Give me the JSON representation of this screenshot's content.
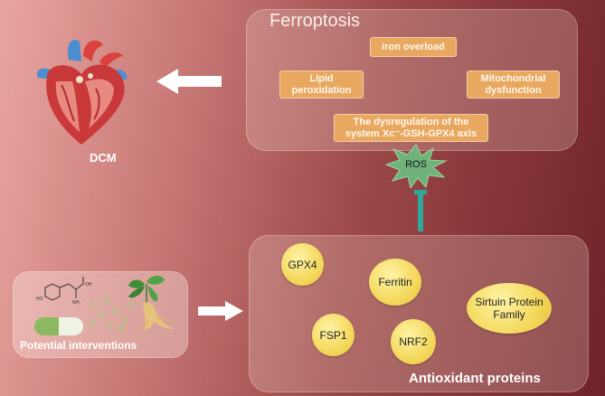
{
  "ferroptosis": {
    "title": "Ferroptosis",
    "factors": {
      "iron": "iron overload",
      "lipid": "Lipid peroxidation",
      "mito": "Mitochondrial dysfunction",
      "axis": "The dysregulation of the system Xc⁻-GSH-GPX4 axis"
    }
  },
  "heart": {
    "label": "DCM",
    "icon": "heart-illustration"
  },
  "ros": {
    "label": "ROS"
  },
  "antioxidant": {
    "title": "Antioxidant proteins",
    "proteins": [
      "GPX4",
      "Ferritin",
      "Sirtuin Protein Family",
      "FSP1",
      "NRF2"
    ]
  },
  "interventions": {
    "label": "Potential interventions",
    "icons": [
      "molecule-structure-icon",
      "capsule-icon",
      "particles-icon",
      "herb-plant-icon"
    ]
  },
  "colors": {
    "tag_fill": "#e9a860",
    "protein_fill": "#f4d85c",
    "inhibitor": "#2fa89a",
    "ros_star": "#6fb27a"
  }
}
